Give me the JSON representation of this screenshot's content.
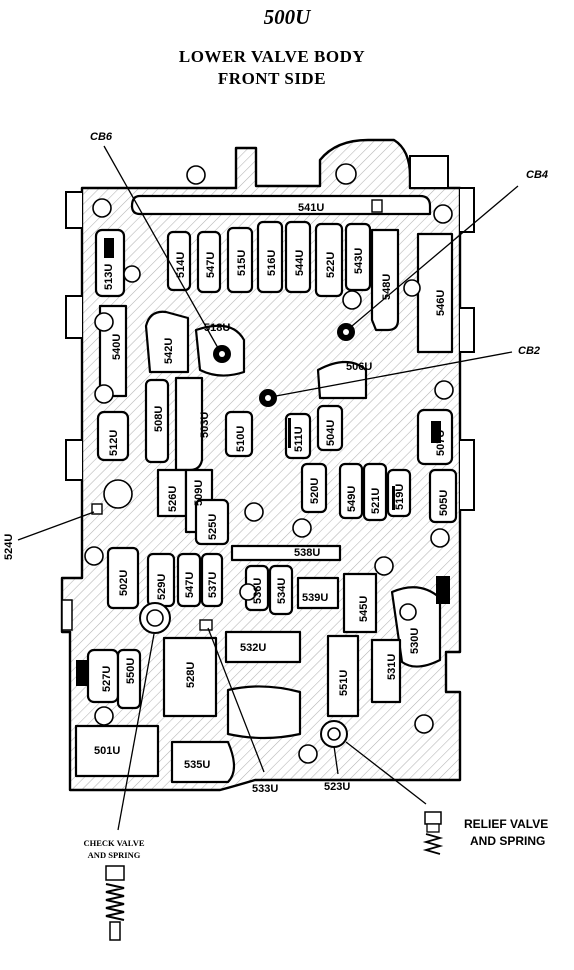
{
  "title": "500U",
  "subtitle_line1": "LOWER VALVE BODY",
  "subtitle_line2": "FRONT SIDE",
  "callouts": {
    "cb6": "CB6",
    "cb4": "CB4",
    "cb2": "CB2",
    "l524": "524U",
    "l533": "533U",
    "l523": "523U",
    "relief1": "RELIEF VALVE",
    "relief2": "AND  SPRING",
    "check1": "CHECK VALVE",
    "check2": "AND SPRING"
  },
  "passages": {
    "p513": "513U",
    "p514": "514U",
    "p547a": "547U",
    "p515": "515U",
    "p516": "516U",
    "p544": "544U",
    "p522": "522U",
    "p543": "543U",
    "p548": "548U",
    "p546": "546U",
    "p541": "541U",
    "p540": "540U",
    "p542": "542U",
    "p518": "518U",
    "p506": "506U",
    "p508": "508U",
    "p503": "503U",
    "p510": "510U",
    "p511": "511U",
    "p504": "504U",
    "p512": "512U",
    "p507": "507U",
    "p526": "526U",
    "p509": "509U",
    "p520": "520U",
    "p549": "549U",
    "p521": "521U",
    "p519": "519U",
    "p505": "505U",
    "p525": "525U",
    "p538": "538U",
    "p502": "502U",
    "p529": "529U",
    "p547b": "547U",
    "p537": "537U",
    "p536": "536U",
    "p534": "534U",
    "p539": "539U",
    "p545": "545U",
    "p530": "530U",
    "p532": "532U",
    "p527": "527U",
    "p550": "550U",
    "p528": "528U",
    "p551": "551U",
    "p531": "531U",
    "p501": "501U",
    "p535": "535U"
  }
}
